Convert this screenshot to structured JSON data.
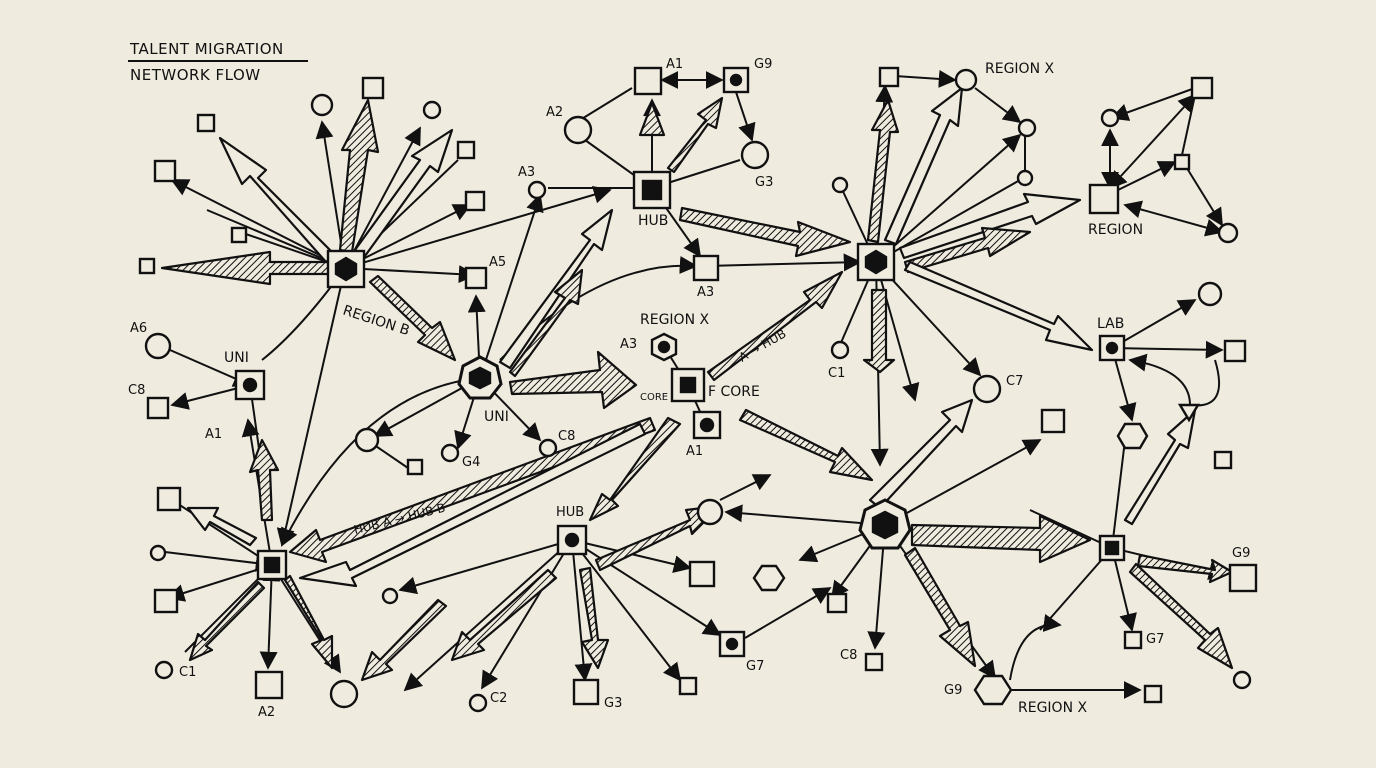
{
  "title": "TALENT MIGRATION",
  "subtitle": "NETWORK FLOW",
  "colors": {
    "paper": "#efebdf",
    "ink": "#111111"
  },
  "labels": {
    "region_b": "REGION B",
    "uni_left": "UNI",
    "uni_center": "UNI",
    "hub_top": "HUB",
    "hub_bottom": "HUB",
    "region_x_top": "REGION X",
    "region_x_center": "REGION X",
    "region_x_bottom": "REGION X",
    "region_right": "REGION",
    "lab": "LAB",
    "core_small": "CORE",
    "core_big": "F CORE",
    "a_to_hub": "A → HUB",
    "hub_a_hub_b": "HUB A → HUB B",
    "a1_top": "A1",
    "g9_top": "G9",
    "a2_top": "A2",
    "a3_top": "A3",
    "g3_top": "G3",
    "a5": "A5",
    "a3_mid": "A3",
    "a6": "A6",
    "c8_left": "C8",
    "a1_left": "A1",
    "g4": "G4",
    "c8_center": "C8",
    "a3_center": "A3",
    "a1_center": "A1",
    "c1_right": "C1",
    "c7": "C7",
    "c1_bottom": "C1",
    "a2_bottom": "A2",
    "c2": "C2",
    "g3_bottom": "G3",
    "g7_center": "G7",
    "c8_bottom": "C8",
    "g9_bottom": "G9",
    "g7_right": "G7",
    "g9_right": "G9"
  }
}
